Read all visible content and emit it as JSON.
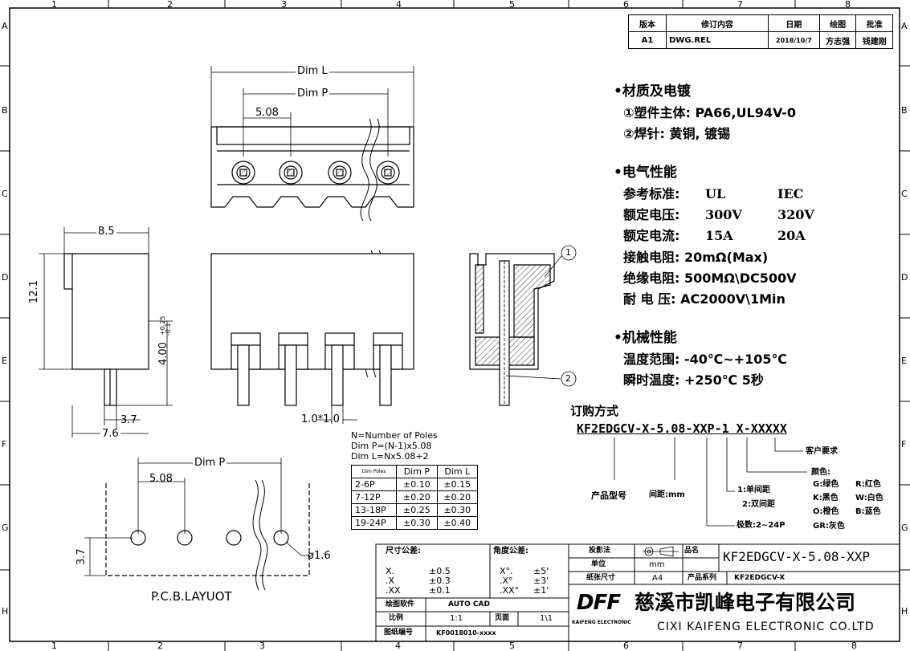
{
  "border": {
    "cols_top": [
      "1",
      "2",
      "3",
      "4",
      "5",
      "6",
      "7",
      "8"
    ],
    "cols_bottom": [
      "1",
      "2",
      "3",
      "4",
      "5",
      "6",
      "7",
      "8"
    ],
    "rows": [
      "A",
      "B",
      "C",
      "D",
      "E",
      "F",
      "G",
      "H"
    ]
  },
  "revision": {
    "headers": [
      "版本",
      "修订内容",
      "日期",
      "绘图",
      "批准"
    ],
    "row": [
      "A1",
      "DWG.REL",
      "2018/10/7",
      "方志强",
      "钱建刚"
    ]
  },
  "spec": {
    "materials_title": "•材质及电镀",
    "material_1": "①塑件主体: PA66,UL94V-0",
    "material_2": "②焊针: 黄铜, 镀锡",
    "electrical_title": "•电气性能",
    "elec_rows": [
      {
        "label": "参考标准:",
        "ul": "UL",
        "iec": "IEC"
      },
      {
        "label": "额定电压:",
        "ul": "300V",
        "iec": "320V"
      },
      {
        "label": "额定电流:",
        "ul": "15A",
        "iec": "20A"
      }
    ],
    "contact_resistance": "接触电阻: 20mΩ(Max)",
    "insulation": "绝缘电阻: 500MΩ\\DC500V",
    "withstand": "耐 电 压: AC2000V\\1Min",
    "mechanical_title": "•机械性能",
    "temp_range": "温度范围: -40℃~+105℃",
    "instant_temp": "瞬时温度: +250℃ 5秒"
  },
  "ordering": {
    "title": "订购方式",
    "code": "KF2EDGCV-X-5.08-XXP-1 X-XXXXX",
    "customer": "客户要求",
    "color_title": "颜色:",
    "colors": [
      "G:绿色",
      "R:红色",
      "K:黑色",
      "W:白色",
      "O:橙色",
      "B:蓝色",
      "GR:灰色"
    ],
    "pitch_1": "1:单间距",
    "pitch_2": "2:双间距",
    "poles": "极数:2~24P",
    "model": "产品型号",
    "spacing": "间距:mm"
  },
  "dims": {
    "dim_l": "Dim L",
    "dim_p": "Dim P",
    "pitch": "5.08",
    "width_85": "8.5",
    "height_121": "12.1",
    "pin_height": "4.00",
    "pin_tol_up": "+0.25",
    "pin_tol_down": "-0.1",
    "d37": "3.7",
    "d76": "7.6",
    "pin_size": "1.0*1.0",
    "balloon_1": "1",
    "balloon_2": "2",
    "pcb_dim_p": "Dim P",
    "pcb_pitch": "5.08",
    "pcb_37": "3.7",
    "hole": "ø1.6",
    "pcb_title": "P.C.B.LAYUOT"
  },
  "formula": {
    "line1": "N=Number of Poles",
    "line2": "Dim P=(N-1)x5.08",
    "line3": "Dim L=Nx5.08+2"
  },
  "tol_table": {
    "corner_top": "Dim",
    "corner_bottom": "Poles",
    "headers": [
      "Dim P",
      "Dim L"
    ],
    "rows": [
      [
        "2-6P",
        "±0.10",
        "±0.15"
      ],
      [
        "7-12P",
        "±0.20",
        "±0.20"
      ],
      [
        "13-18P",
        "±0.25",
        "±0.30"
      ],
      [
        "19-24P",
        "±0.30",
        "±0.40"
      ]
    ]
  },
  "title_block": {
    "size_tol": "尺寸公差:",
    "angle_tol": "角度公差:",
    "tol_rows": [
      [
        "X.",
        "±0.5",
        "X°.",
        "±5'"
      ],
      [
        ".X",
        "±0.3",
        ".X°",
        "±3'"
      ],
      [
        ".XX",
        "±0.1",
        ".XX°",
        "±1'"
      ]
    ],
    "drawing_tool": "绘图软件",
    "drawing_tool_val": "AUTO CAD",
    "scale": "比例",
    "scale_val": "1:1",
    "page": "页面",
    "page_val": "1\\1",
    "drawing_no": "图纸编号",
    "drawing_no_val": "KF0018010-xxxx",
    "projection": "投影法",
    "name": "品名",
    "unit": "单位",
    "unit_val": "mm",
    "paper": "纸张尺寸",
    "paper_val": "A4",
    "series": "产品系列",
    "series_val": "KF2EDGCV-X",
    "product": "KF2EDGCV-X-5.08-XXP",
    "logo": "DFF",
    "logo_sub": "KAIFENG ELECTRONIC",
    "company_cn": "慈溪市凯峰电子有限公司",
    "company_en": "CIXI KAIFENG ELECTRONIC CO.LTD"
  }
}
